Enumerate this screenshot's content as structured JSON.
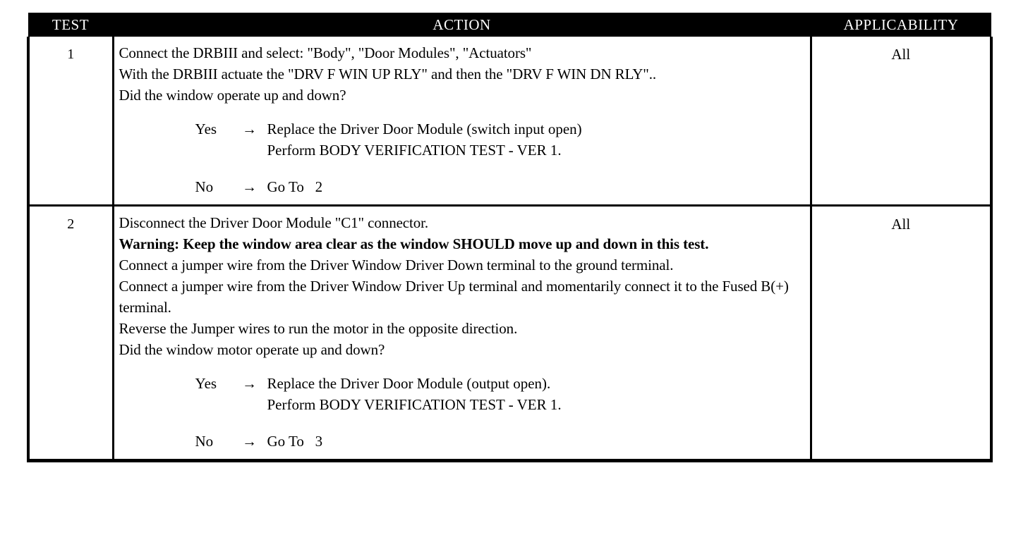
{
  "table": {
    "headers": {
      "test": "TEST",
      "action": "ACTION",
      "applicability": "APPLICABILITY"
    },
    "rows": [
      {
        "test": "1",
        "applicability": "All",
        "lines": [
          {
            "text": "Connect the DRBIII and select: \"Body\", \"Door Modules\", \"Actuators\"",
            "bold": false
          },
          {
            "text": "With the DRBIII actuate the \"DRV F WIN UP RLY\" and then the \"DRV F WIN DN RLY\"..",
            "bold": false
          },
          {
            "text": "Did the window operate up and down?",
            "bold": false
          }
        ],
        "branches": [
          {
            "key": "Yes",
            "arrow": "→",
            "texts": [
              "Replace the Driver Door Module (switch input open)",
              "Perform BODY VERIFICATION TEST - VER 1."
            ]
          },
          {
            "key": "No",
            "arrow": "→",
            "texts": [
              "Go To   2"
            ]
          }
        ]
      },
      {
        "test": "2",
        "applicability": "All",
        "lines": [
          {
            "text": "Disconnect the Driver Door Module \"C1\" connector.",
            "bold": false
          },
          {
            "text": "Warning: Keep the window area clear as the window SHOULD move up and down in this test.",
            "bold": true
          },
          {
            "text": "Connect a jumper wire from the Driver Window Driver Down terminal to the ground terminal.",
            "bold": false
          },
          {
            "text": "Connect a jumper wire from the Driver Window Driver Up terminal and momentarily connect it to the Fused B(+) terminal.",
            "bold": false
          },
          {
            "text": "Reverse the Jumper wires to run the motor in the opposite direction.",
            "bold": false
          },
          {
            "text": "Did the window motor operate up and down?",
            "bold": false
          }
        ],
        "branches": [
          {
            "key": "Yes",
            "arrow": "→",
            "texts": [
              "Replace the Driver Door Module (output open).",
              "Perform BODY VERIFICATION TEST - VER 1."
            ]
          },
          {
            "key": "No",
            "arrow": "→",
            "texts": [
              "Go To   3"
            ]
          }
        ]
      }
    ]
  },
  "colors": {
    "header_background": "#000000",
    "header_text": "#ffffff",
    "body_text": "#000000",
    "page_background": "#ffffff",
    "border": "#000000"
  }
}
